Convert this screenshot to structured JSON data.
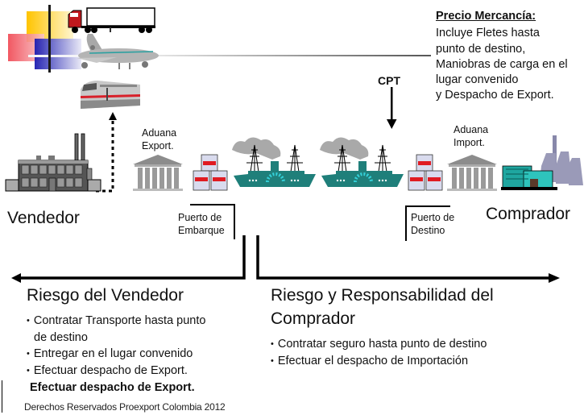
{
  "price_box": {
    "title": "Precio Mercancía:",
    "lines": [
      "Incluye Fletes hasta",
      "punto de destino,",
      "Maniobras de carga en el",
      "lugar convenido",
      "y Despacho de Export."
    ]
  },
  "incoterm": "CPT",
  "customs": {
    "export": [
      "Aduana",
      "Export."
    ],
    "import": [
      "Aduana",
      "Import."
    ]
  },
  "ports": {
    "origin": [
      "Puerto de",
      "Embarque"
    ],
    "destination": [
      "Puerto de",
      "Destino"
    ]
  },
  "parties": {
    "seller": "Vendedor",
    "buyer": "Comprador"
  },
  "seller_risk": {
    "title": "Riesgo del Vendedor",
    "bullets": [
      "Contratar Transporte hasta punto",
      "Entregar en el lugar convenido",
      "Efectuar despacho de Export."
    ],
    "bullet_continuation": "de destino",
    "note": "Efectuar despacho de Export."
  },
  "buyer_risk": {
    "title_line1": "Riesgo y Responsabilidad del",
    "title_line2": "Comprador",
    "bullets": [
      "Contratar seguro hasta punto de destino",
      "Efectuar el despacho de Importación"
    ]
  },
  "footer": "Derechos Reservados Proexport Colombia 2012",
  "colors": {
    "ship": "#1f7f7a",
    "ship_accent": "#34d0d8",
    "smoke": "#a9a9a9",
    "container_band": "#e01b22",
    "container_body": "#d9dbee",
    "deco_yellow": "#ffcc00",
    "deco_red": "#f0505a",
    "deco_blue": "#2222bb"
  }
}
